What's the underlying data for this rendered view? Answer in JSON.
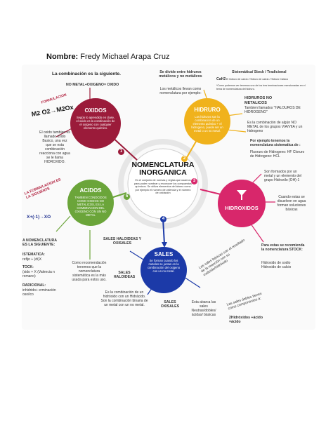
{
  "header": {
    "label": "Nombre:",
    "name": "Fredy Michael Arapa Cruz"
  },
  "center": {
    "title_line1": "NOMENCLATURA",
    "title_line2": "INORGANICA",
    "desc": "Es el conjunto de normas y reglas que usamos para poder nombrar y reconocer los compuestos químicos. Se utiliza elementos del átomo como por ejemplo el numero de valencia y el número de oxidación"
  },
  "oxidos": {
    "heading": "La combinación es la siguiente.",
    "formula_line": "NO METAL+OXIGENO= OXIDO",
    "formula_label": "FORMULACION",
    "formula": "M2 O2→M2Ox",
    "title": "OXIDOS",
    "body": "Según lo aprendido en clase, el oxido es la combinación de el oxígeno con cualquier elemento químico.",
    "side_note": "El oxido tambien es llamado oxido Basico, una vez que se esta combinación reacciona con agua se le llama HIDROXIDO.",
    "badge": "1"
  },
  "hidruro": {
    "top_note": "Se divide entre hidruros metálicos y no metálicos",
    "side_note": "Los metálicos llevan como nomenclatura por ejemplo:",
    "title": "HIDRURO",
    "body": "Los hidruros son la combinación de un elemento químico + el hidrogeno, puede ser un metal o un no metal.",
    "badge": "2",
    "systematic_title": "Sistemática/ Stock / Tradicional",
    "cah2": "CaH2",
    "cah2_text": "El hidruro de calcio / Hidruro de calcio / Hidruro Cálcico",
    "stock_note": "*Como podemos ver tenemos uno de los tres terminaciones mencionadas en el tema de nomenclatura del hidruro.",
    "no_metal_title": "HIDRUROS NO METALICOS",
    "no_metal_sub": "Tambien llamados \"HALOUROS DE HIDROGENO\"",
    "grupo_text": "Es la combinación de algún NO METAL de los grupos VIA/VIIA y un hidrogeno",
    "ejemplo_title": "Por ejemplo tenemos la nomenclatura sistematica de :",
    "ejemplo_text": "Fluoruro de Hidrogeno: HF Cloruro de Hidrogeno: HCL"
  },
  "hidroxidos": {
    "title": "HIDROXIDOS",
    "badge": "3",
    "top_note": "Son formados por un metal y un elemento del grupo Hidroxilo (OH)-1",
    "side_note": "Cuando estas se disuelven en agua forman soluciones básicas",
    "stock_title": "Para estas se recomienda la nomenclatura STOCK:",
    "stock_ex": "Hidroxido de sodio Hidroxido de calcio"
  },
  "sales": {
    "title": "SALES",
    "badge": "4",
    "body": "Se forman cuando los metales se juntan en la combinación del oxigeno con un no metal.",
    "haloideas_label": "SALES HALOIDEAS Y OXISALES",
    "haloideas_title": "SALES HALOIDEAS",
    "haloideas_text": "Es la combinación de un hidróxido con un Hidrácido. Son la combinación binaria de un metal con un no metal.",
    "oxisales_title": "SALES OXISALES",
    "oxisales_text": "Esta abarca las sales Neutras/dobles/ácidas/ básicas",
    "reaction_text": "Las sales básicas son el resultado de la reacción con su oxiácido/hidróxido",
    "example_text": "Las sales dobles tienen como componentes a:",
    "formula_text": "2Hidróxidos +ácido =ácido"
  },
  "acidos": {
    "title": "ACIDOS",
    "badge": "5",
    "body": "TAMBIEN CONOCIDOS COMO OXIDOS NO METALICOS, ES LA COMBINACION DEL OXIGENO CON UN NO METAL",
    "formula_label": "LA FORMULACION ES LA SIGUIENTE",
    "formula": "X+(-1)→XO",
    "nomen_title": "A NOMENCLATURA ES LA SIGUIENTE:",
    "sistematica_title": "ISTEMATICA:",
    "sistematica_text": "refijo + (di)X",
    "stock_title": "TOCK:",
    "stock_text": "(xido + X (Valencia n romano)",
    "radicional_title": "RADICIONAL:",
    "radicional_text": "inhidrido+ erminación oso/ico",
    "recommend": "Como recomendación tenemos que la nomenclatura sistemática es la más usada para estos uso."
  },
  "colors": {
    "oxidos": "#9b1b3a",
    "hidruro": "#f0b21c",
    "hidroxidos": "#d8276b",
    "sales": "#1c3aa8",
    "acidos": "#6ba53a",
    "center_ring": "#dcdcdc"
  }
}
